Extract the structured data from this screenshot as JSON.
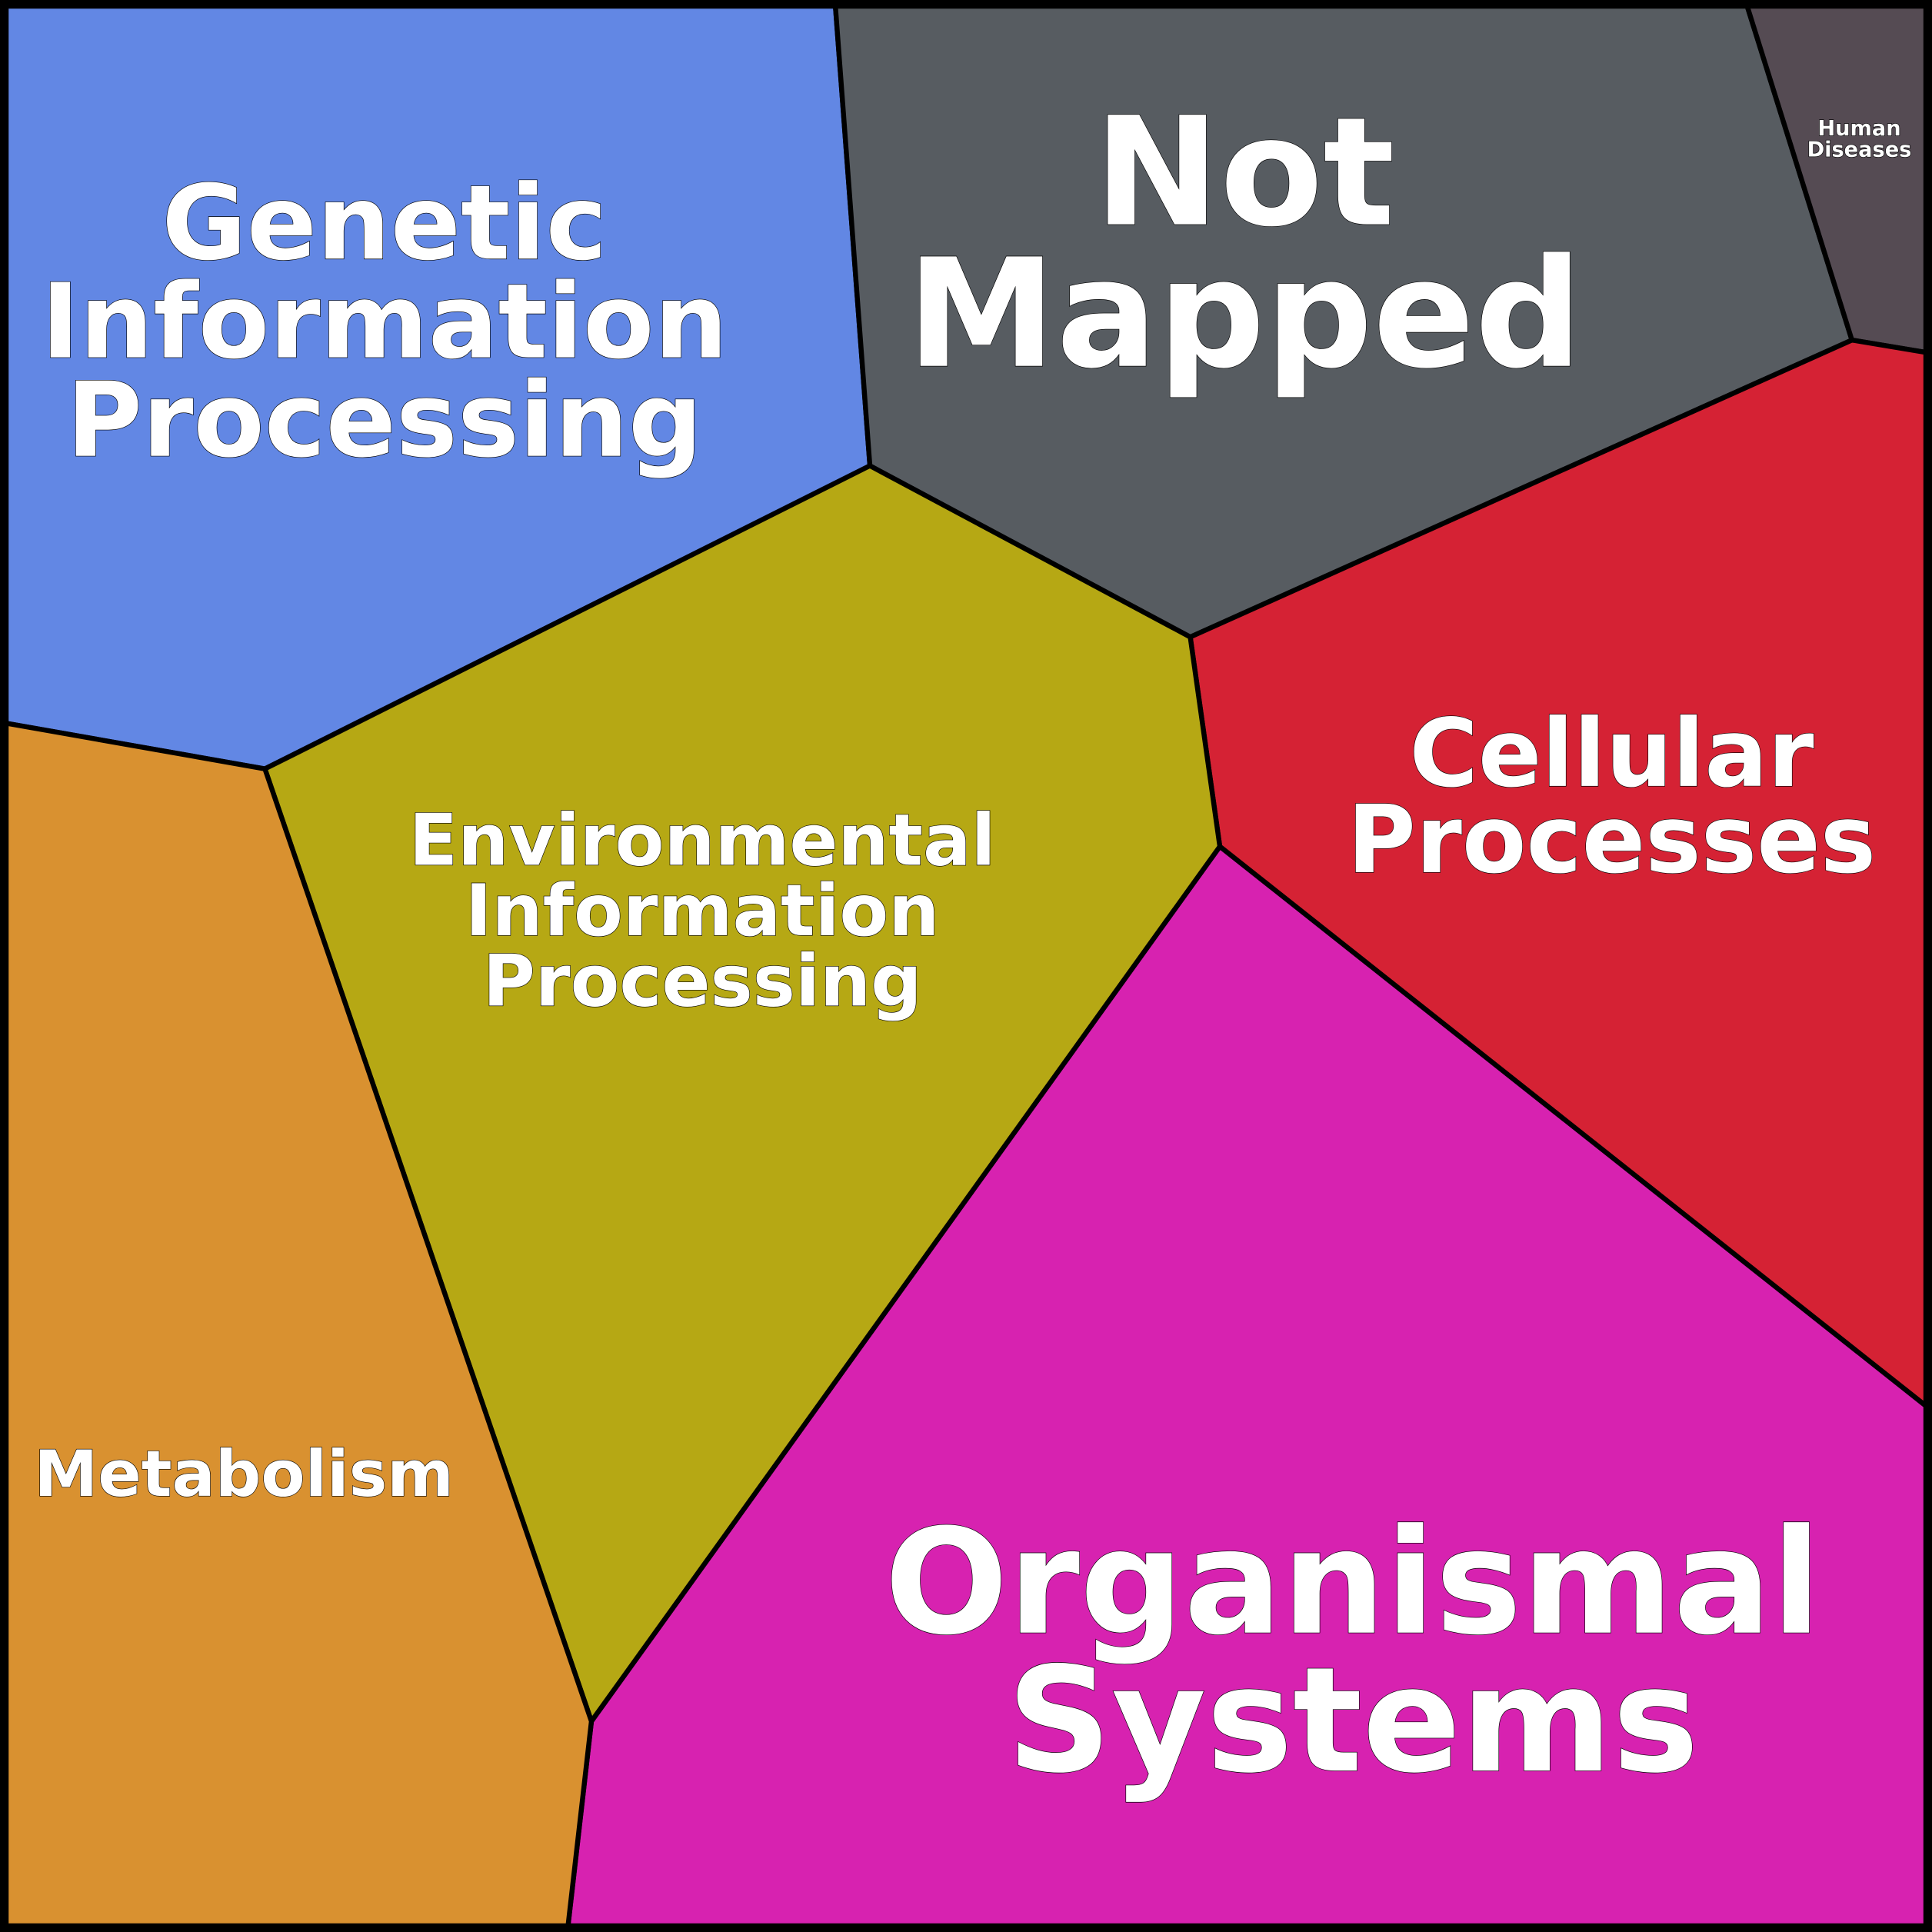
{
  "title": "",
  "cells": [
    {
      "id": "genetic-information-processing",
      "lines": [
        "Genetic",
        "Information",
        "Processing"
      ],
      "color": "#6287e4"
    },
    {
      "id": "not-mapped",
      "lines": [
        "Not",
        "Mapped"
      ],
      "color": "#575c61"
    },
    {
      "id": "human-diseases",
      "lines": [
        "Human",
        "Diseases"
      ],
      "color": "#554b53"
    },
    {
      "id": "cellular-processes",
      "lines": [
        "Cellular",
        "Processes"
      ],
      "color": "#d52234"
    },
    {
      "id": "organismal-systems",
      "lines": [
        "Organismal",
        "Systems"
      ],
      "color": "#d722b0"
    },
    {
      "id": "environmental-information-processing",
      "lines": [
        "Environmental",
        "Information",
        "Processing"
      ],
      "color": "#b6a814"
    },
    {
      "id": "metabolism",
      "lines": [
        "Metabolism"
      ],
      "color": "#d99130"
    }
  ]
}
